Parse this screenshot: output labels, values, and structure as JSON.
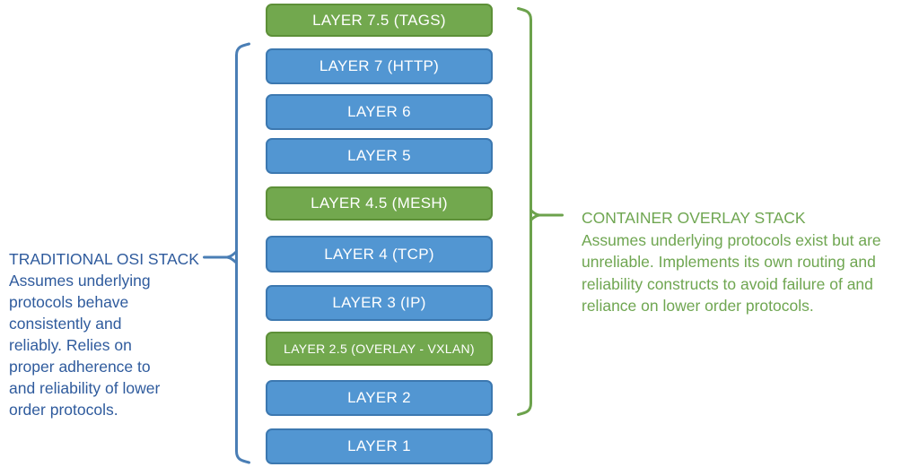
{
  "stack": {
    "boxes": [
      {
        "label": "LAYER 7.5 (TAGS)",
        "type": "green"
      },
      {
        "label": "LAYER 7 (HTTP)",
        "type": "blue"
      },
      {
        "label": "LAYER 6",
        "type": "blue"
      },
      {
        "label": "LAYER 5",
        "type": "blue"
      },
      {
        "label": "LAYER 4.5 (MESH)",
        "type": "green"
      },
      {
        "label": "LAYER 4 (TCP)",
        "type": "blue"
      },
      {
        "label": "LAYER 3 (IP)",
        "type": "blue"
      },
      {
        "label": "LAYER 2.5 (OVERLAY - VXLAN)",
        "type": "green"
      },
      {
        "label": "LAYER 2",
        "type": "blue"
      },
      {
        "label": "LAYER 1",
        "type": "blue"
      }
    ]
  },
  "left_annotation": {
    "title": "TRADITIONAL OSI STACK",
    "body": "Assumes underlying\nprotocols behave\nconsistently and\nreliably. Relies on\nproper adherence to\nand reliability of lower\norder protocols."
  },
  "right_annotation": {
    "title": "CONTAINER OVERLAY STACK",
    "body": "Assumes underlying protocols exist but are\nunreliable. Implements its own routing and\nreliability constructs to avoid failure of and\nreliance on lower order protocols."
  },
  "colors": {
    "blue_box_fill": "#5296D2",
    "blue_box_border": "#3C78B0",
    "green_box_fill": "#72A84E",
    "green_box_border": "#5D9038",
    "box_text": "#FFFFFF",
    "left_text": "#2F5B9D",
    "right_text": "#6FA651",
    "blue_bracket": "#4A7EB5",
    "green_bracket": "#6CA24C"
  }
}
